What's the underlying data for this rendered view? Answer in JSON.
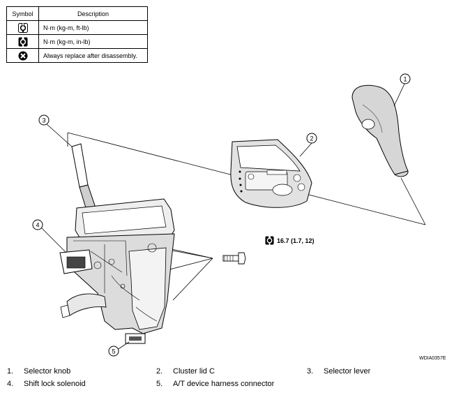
{
  "symbol_table": {
    "headers": {
      "symbol": "Symbol",
      "description": "Description"
    },
    "rows": [
      {
        "icon": "torque-wrench-icon",
        "description": "N·m (kg-m, ft-lb)"
      },
      {
        "icon": "torque-wrench-filled-icon",
        "description": "N·m (kg-m, in-lb)"
      },
      {
        "icon": "always-replace-icon",
        "description": "Always replace after disassembly."
      }
    ]
  },
  "callouts": [
    "1",
    "2",
    "3",
    "4",
    "5"
  ],
  "torque_spec": "16.7 (1.7, 12)",
  "figure_code": "WDIA0357E",
  "legend": [
    {
      "num": "1.",
      "label": "Selector knob"
    },
    {
      "num": "2.",
      "label": "Cluster lid C"
    },
    {
      "num": "3.",
      "label": "Selector lever"
    },
    {
      "num": "4.",
      "label": "Shift lock solenoid"
    },
    {
      "num": "5.",
      "label": "A/T device harness connector"
    }
  ]
}
